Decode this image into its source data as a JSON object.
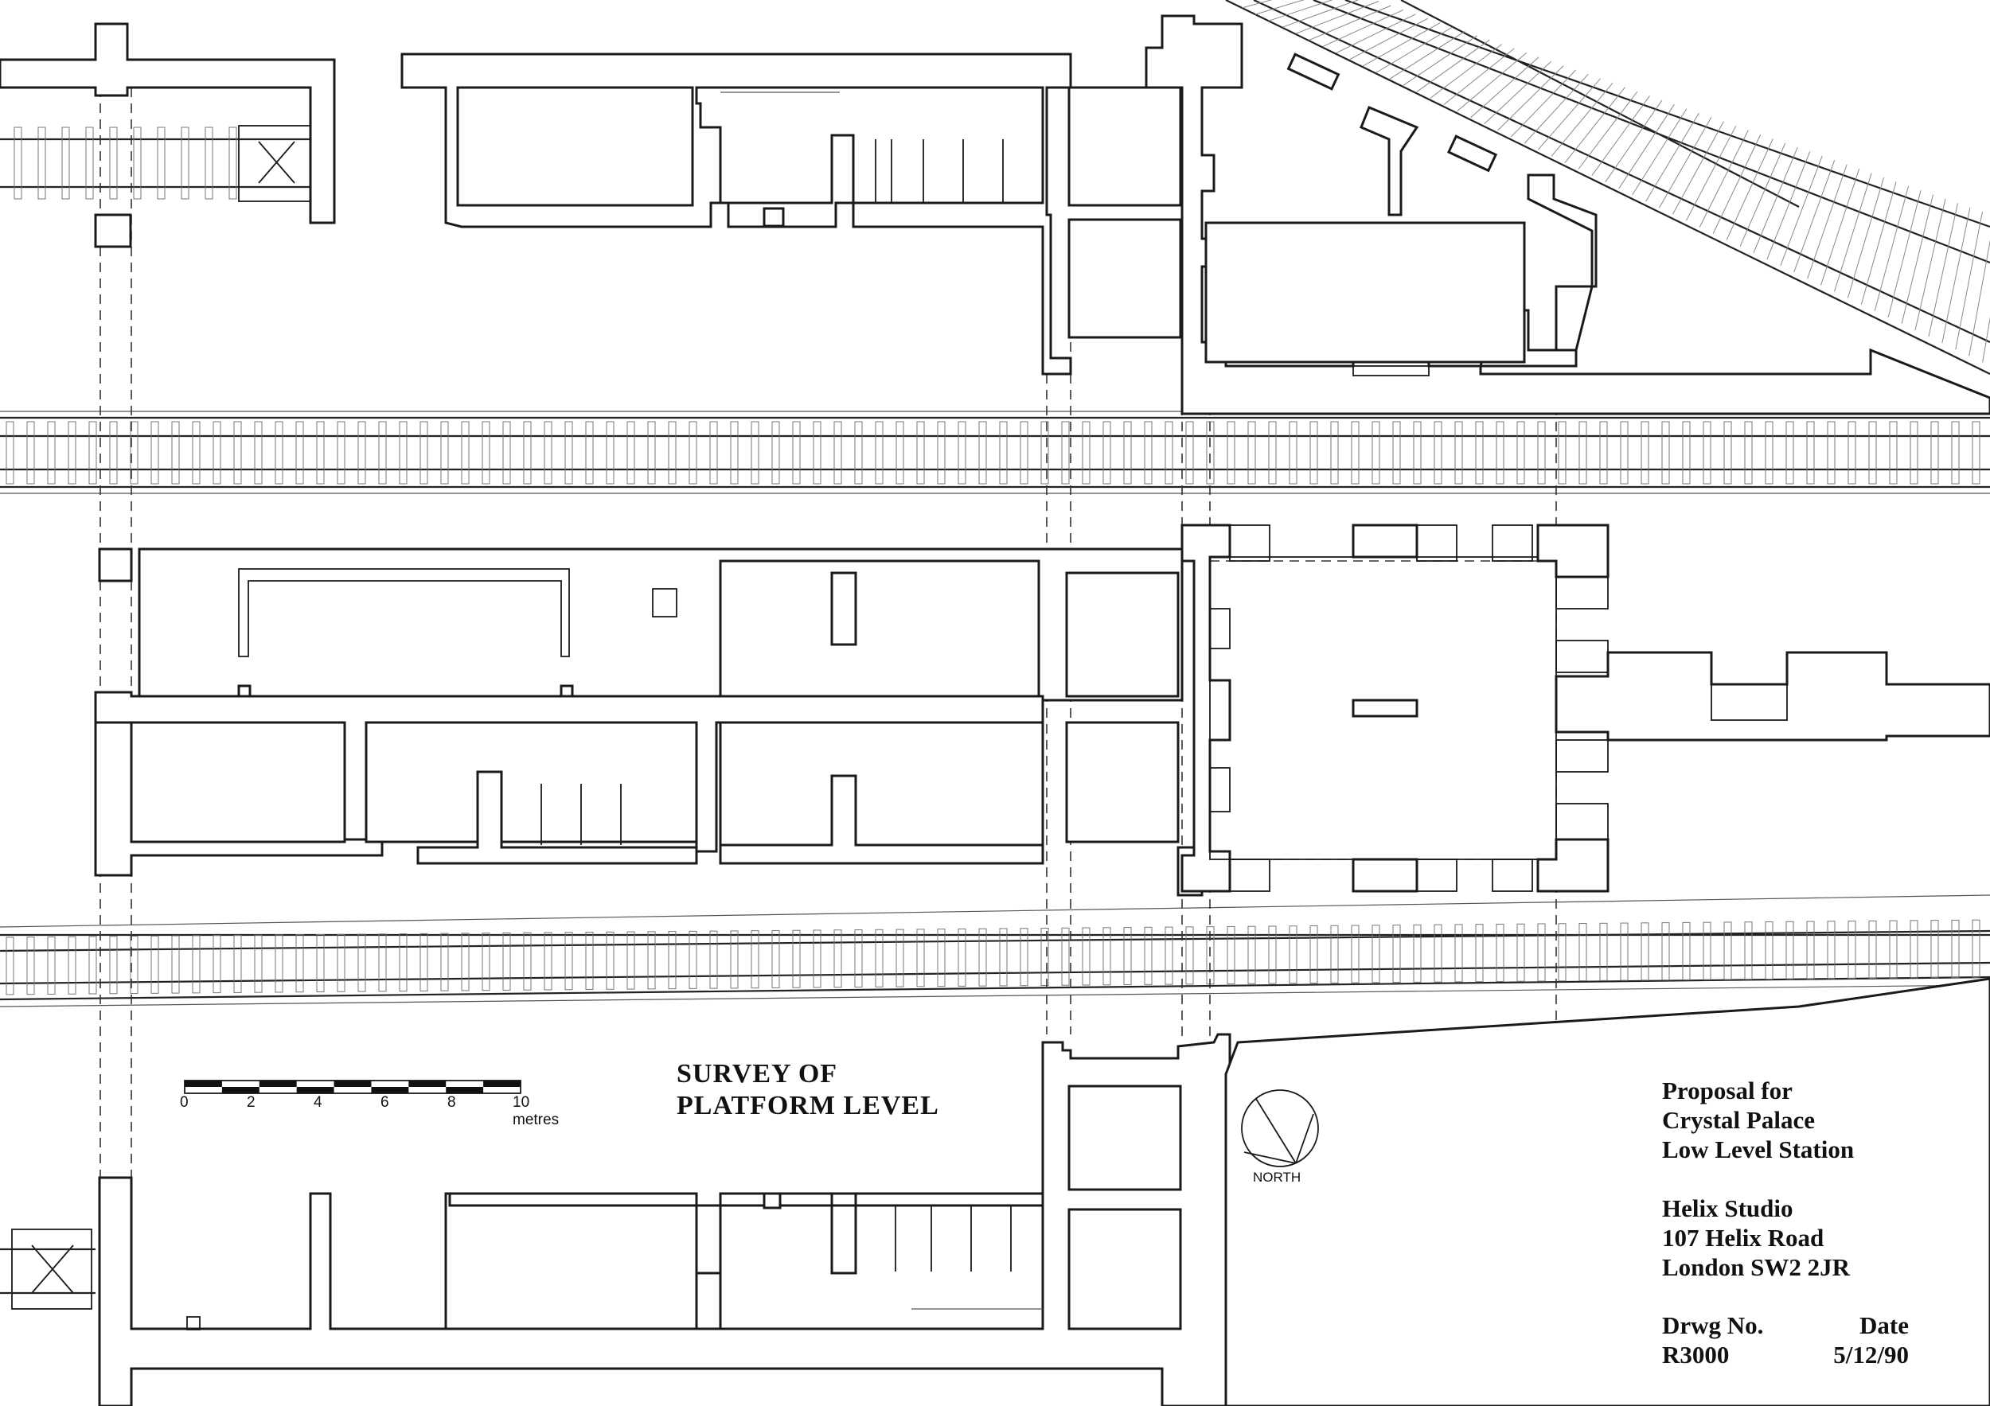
{
  "survey": {
    "line1": "SURVEY OF",
    "line2": "PLATFORM LEVEL"
  },
  "scale_bar": {
    "labels": [
      "0",
      "2",
      "4",
      "6",
      "8",
      "10 metres"
    ],
    "segments": 9
  },
  "north": {
    "label": "NORTH"
  },
  "title_block": {
    "proposal": [
      "Proposal for",
      "Crystal Palace",
      "Low Level Station"
    ],
    "studio": [
      "Helix Studio",
      "107 Helix Road",
      "London SW2 2JR"
    ],
    "drawing_no_label": "Drwg No.",
    "date_label": "Date",
    "drawing_no": "R3000",
    "date": "5/12/90"
  },
  "colors": {
    "ink": "#1a1a1a",
    "paper": "#ffffff"
  }
}
